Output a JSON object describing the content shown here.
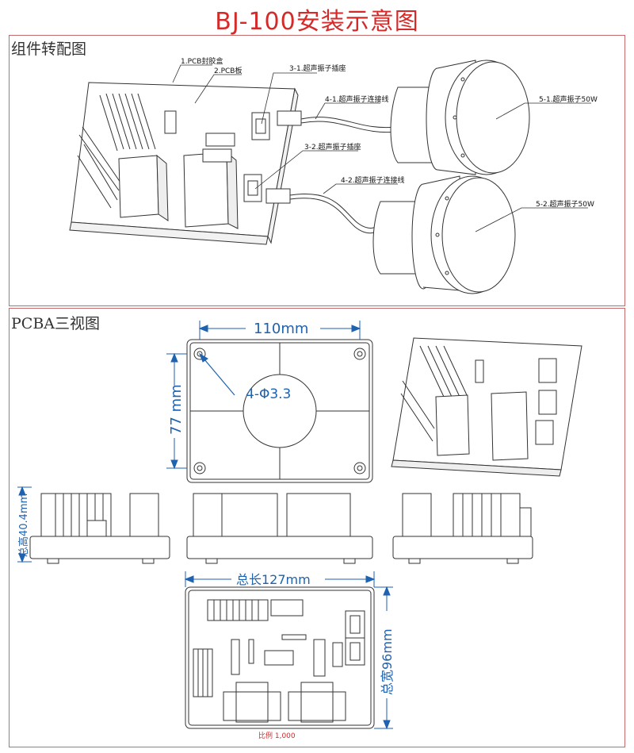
{
  "title": "BJ-100安装示意图",
  "section1": {
    "label": "组件转配图",
    "callouts": {
      "pcb_box": "1.PCB封胶盒",
      "pcb_board": "2.PCB板",
      "socket1": "3-1.超声振子插座",
      "cable1": "4-1.超声振子连接线",
      "socket2": "3-2.超声振子插座",
      "cable2": "4-2.超声振子连接线",
      "transducer1": "5-1.超声振子50W",
      "transducer2": "5-2.超声振子50W"
    }
  },
  "section2": {
    "label": "PCBA三视图",
    "dims": {
      "width": "110mm",
      "height": "77 mm",
      "holes": "4-Φ3.3",
      "total_height": "总高40.4mm",
      "total_length": "总长127mm",
      "total_width": "总宽96mm"
    },
    "scale": "比例 1,000"
  },
  "colors": {
    "title": "#d42a2a",
    "dimension": "#1e62b0",
    "frame": "#c46a6a",
    "line": "#333333"
  }
}
